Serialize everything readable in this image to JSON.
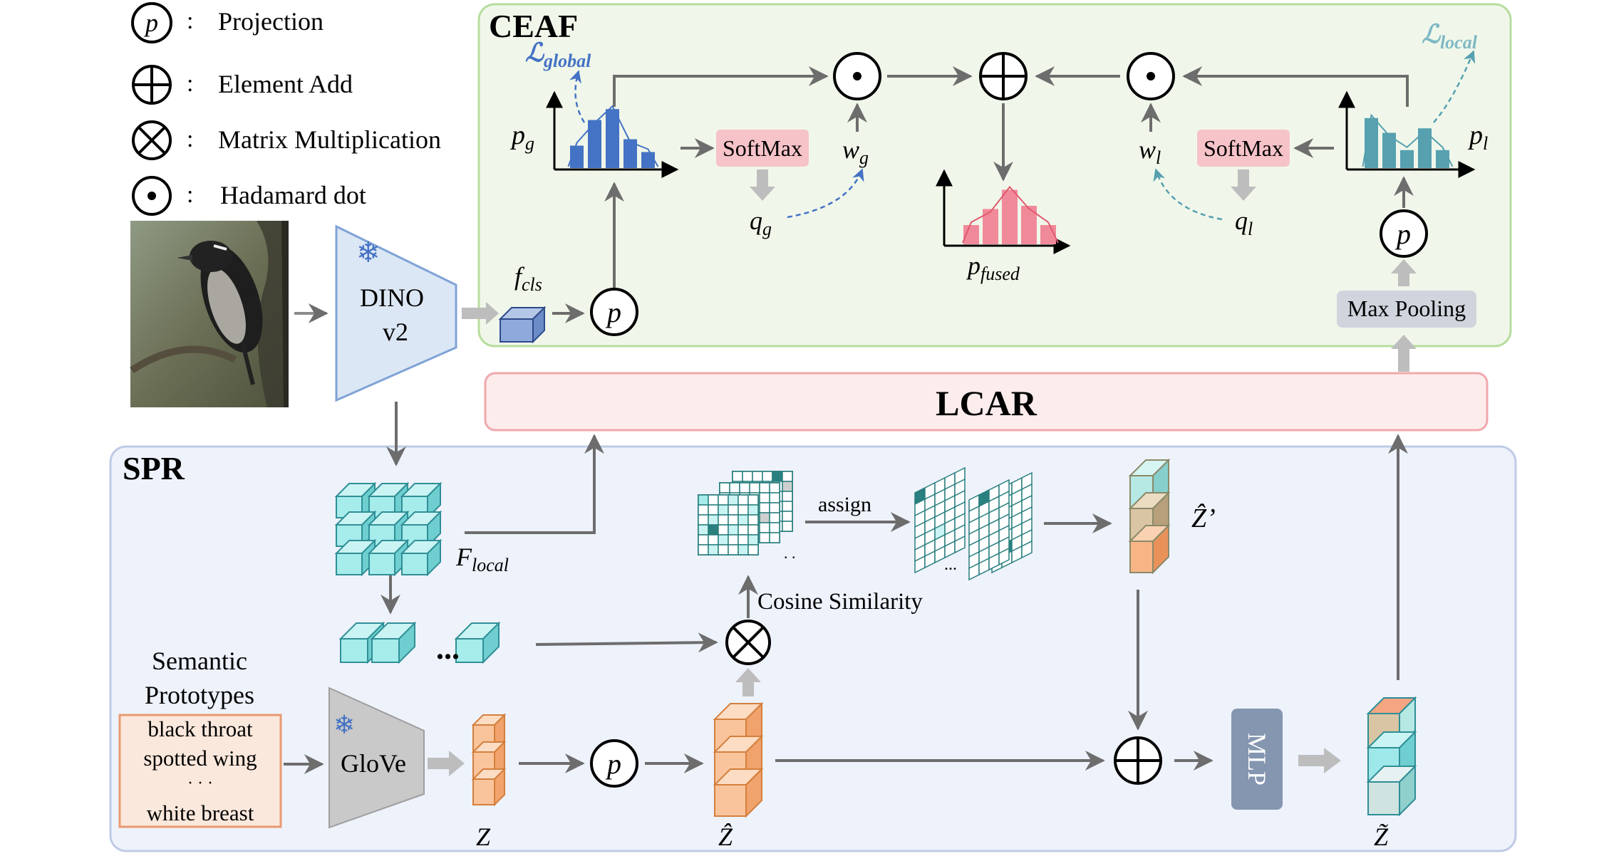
{
  "legend": [
    {
      "symbol": "p",
      "sep": ":",
      "label": "Projection"
    },
    {
      "symbol": "⊕",
      "sep": ":",
      "label": "Element Add"
    },
    {
      "symbol": "⊗",
      "sep": ":",
      "label": "Matrix Multiplication"
    },
    {
      "symbol": "⊙",
      "sep": ":",
      "label": "Hadamard dot"
    }
  ],
  "ceaf": {
    "title": "CEAF",
    "loss_global": {
      "main": "ℒ",
      "sub": "global"
    },
    "loss_local": {
      "main": "ℒ",
      "sub": "local"
    },
    "pg": {
      "main": "p",
      "sub": "g"
    },
    "pl": {
      "main": "p",
      "sub": "l"
    },
    "softmax_g": "SoftMax",
    "softmax_l": "SoftMax",
    "qg": {
      "main": "q",
      "sub": "g"
    },
    "ql": {
      "main": "q",
      "sub": "l"
    },
    "wg": {
      "main": "w",
      "sub": "g"
    },
    "wl": {
      "main": "w",
      "sub": "l"
    },
    "pfused": {
      "main": "p",
      "sub": "fused"
    },
    "fcls": {
      "main": "f",
      "sub": "cls"
    },
    "max_pooling": "Max Pooling",
    "proj_symbol": "p",
    "hist_global": [
      0.35,
      0.75,
      0.92,
      0.45,
      0.25
    ],
    "hist_local": [
      0.78,
      0.55,
      0.28,
      0.62,
      0.28
    ],
    "hist_fused": [
      0.3,
      0.55,
      0.85,
      0.6,
      0.3
    ],
    "colors": {
      "global": "#4472c4",
      "local": "#56a0b0",
      "fused": "#f08a9a"
    }
  },
  "dino": {
    "line1": "DINO",
    "line2": "v2"
  },
  "lcar": {
    "title": "LCAR"
  },
  "spr": {
    "title": "SPR",
    "flocal": {
      "main": "F",
      "sub": "local"
    },
    "ellipsis": "...",
    "cosine": "Cosine Similarity",
    "assign": "assign",
    "zhat_prime": "Ẑ’",
    "semantic_title_1": "Semantic",
    "semantic_title_2": "Prototypes",
    "prototypes": [
      "black throat",
      "spotted wing",
      "· · ·",
      "white breast"
    ],
    "glove": "GloVe",
    "z": "Z",
    "zhat": "Ẑ",
    "ztilde": "Z̃",
    "mlp": "MLP"
  }
}
